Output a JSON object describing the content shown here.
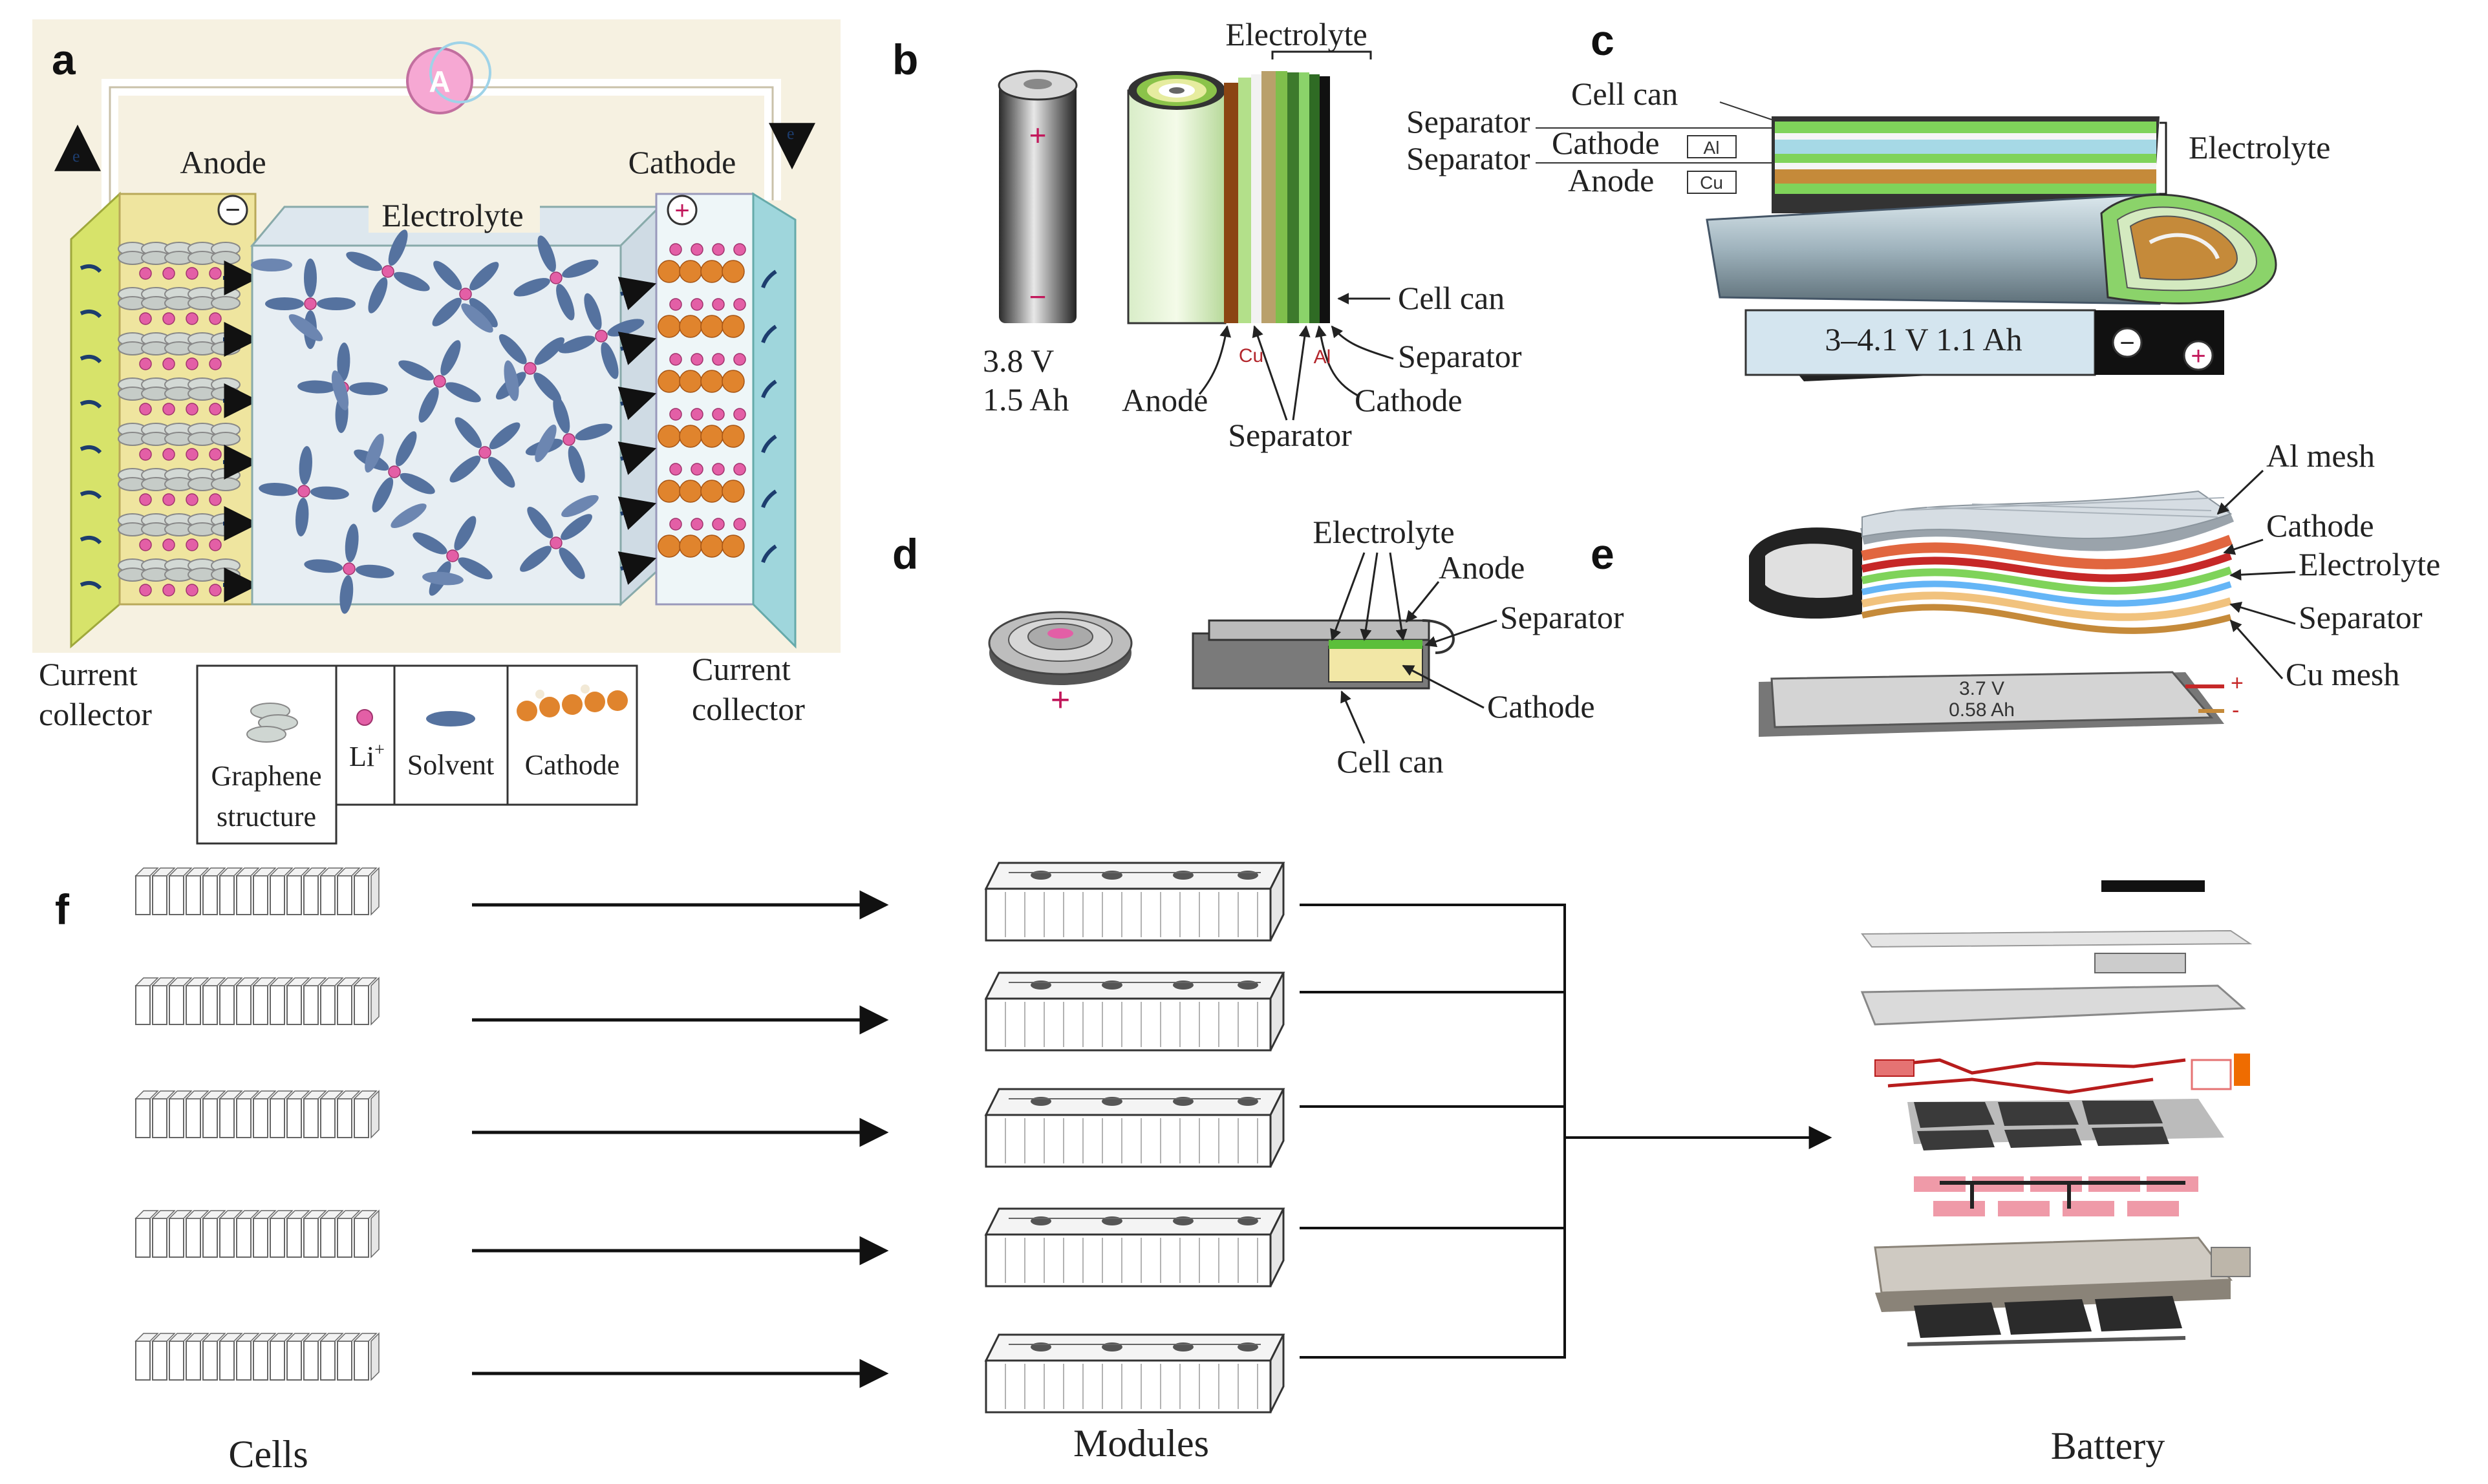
{
  "panels": {
    "a": "a",
    "b": "b",
    "c": "c",
    "d": "d",
    "e": "e",
    "f": "f"
  },
  "panel_a": {
    "ammeter": "A",
    "anode": "Anode",
    "cathode": "Cathode",
    "electrolyte": "Electrolyte",
    "minus": "−",
    "plus": "+",
    "current_collector_line1": "Current",
    "current_collector_line2": "collector",
    "legend": {
      "graphene_line1": "Graphene",
      "graphene_line2": "structure",
      "li": "Li",
      "li_sup": "+",
      "solvent": "Solvent",
      "cathode": "Cathode"
    }
  },
  "panel_b": {
    "voltage": "3.8 V",
    "capacity": "1.5 Ah",
    "electrolyte": "Electrolyte",
    "cell_can": "Cell can",
    "separator": "Separator",
    "separator_bottom": "Separator",
    "anode": "Anode",
    "cathode": "Cathode",
    "cu": "Cu",
    "al": "Al",
    "plus": "+",
    "minus": "−"
  },
  "panel_c": {
    "cell_can": "Cell can",
    "separator_1": "Separator",
    "separator_2": "Separator",
    "cathode": "Cathode",
    "anode": "Anode",
    "al": "Al",
    "cu": "Cu",
    "electrolyte": "Electrolyte",
    "spec": "3–4.1 V 1.1 Ah",
    "minus": "−",
    "plus": "+"
  },
  "panel_d": {
    "electrolyte": "Electrolyte",
    "anode": "Anode",
    "separator": "Separator",
    "cathode": "Cathode",
    "cell_can": "Cell can",
    "plus": "+"
  },
  "panel_e": {
    "al_mesh": "Al mesh",
    "cathode": "Cathode",
    "electrolyte": "Electrolyte",
    "separator": "Separator",
    "cu_mesh": "Cu mesh",
    "voltage": "3.7 V",
    "capacity": "0.58 Ah",
    "plus": "+",
    "minus": "-"
  },
  "panel_f": {
    "cells": "Cells",
    "modules": "Modules",
    "battery": "Battery"
  }
}
